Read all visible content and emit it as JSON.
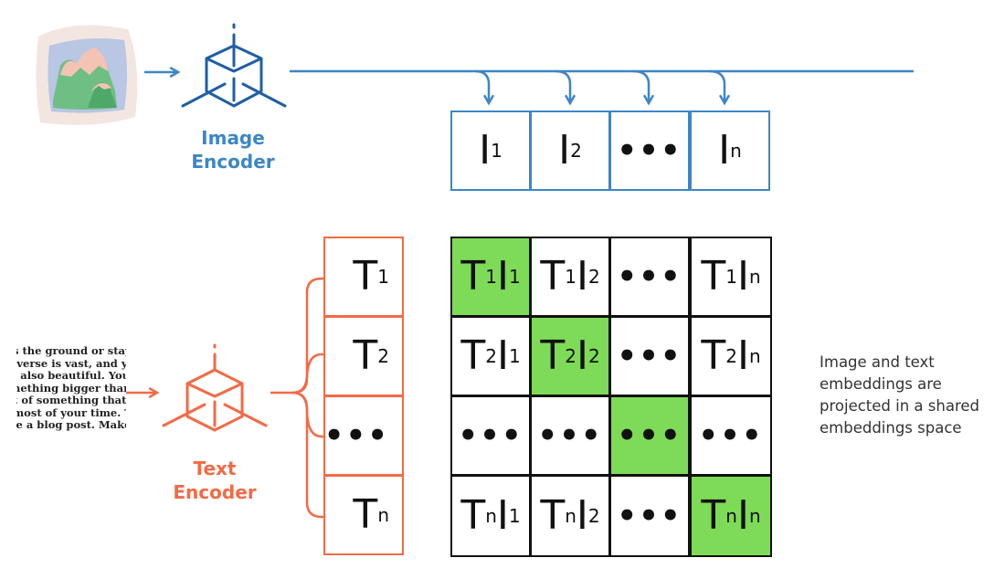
{
  "colors": {
    "image_accent": "#3d86c6",
    "text_accent": "#f36a45",
    "diagonal_fill": "#7edb57",
    "grid_border": "#111111"
  },
  "image_input": {
    "icon": "mountain-picture-icon"
  },
  "image_encoder": {
    "icon": "cube-icon",
    "label_line1": "Image",
    "label_line2": "Encoder"
  },
  "text_input": {
    "lines": [
      "s the ground or stays",
      "iverse is vast, and you",
      ": also beautiful. You a",
      "nething bigger than yo",
      "t of something that ma",
      " most of your time. Tal",
      "'e a blog post. Make a"
    ]
  },
  "text_encoder": {
    "icon": "cube-icon",
    "label_line1": "Text",
    "label_line2": "Encoder"
  },
  "image_embeddings": [
    {
      "base": "I",
      "sub": "1"
    },
    {
      "base": "I",
      "sub": "2"
    },
    {
      "base": "•••",
      "sub": ""
    },
    {
      "base": "I",
      "sub": "n"
    }
  ],
  "text_embeddings": [
    {
      "base": "T",
      "sub": "1"
    },
    {
      "base": "T",
      "sub": "2"
    },
    {
      "base": "•••",
      "sub": ""
    },
    {
      "base": "T",
      "sub": "n"
    }
  ],
  "similarity_matrix": {
    "rows": [
      [
        {
          "t": "1",
          "i": "1",
          "diag": true
        },
        {
          "t": "1",
          "i": "2"
        },
        {
          "dots": true
        },
        {
          "t": "1",
          "i": "n"
        }
      ],
      [
        {
          "t": "2",
          "i": "1"
        },
        {
          "t": "2",
          "i": "2",
          "diag": true
        },
        {
          "dots": true
        },
        {
          "t": "2",
          "i": "n"
        }
      ],
      [
        {
          "dots": true
        },
        {
          "dots": true
        },
        {
          "dots": true,
          "diag": true
        },
        {
          "dots": true
        }
      ],
      [
        {
          "t": "n",
          "i": "1"
        },
        {
          "t": "n",
          "i": "2"
        },
        {
          "dots": true
        },
        {
          "t": "n",
          "i": "n",
          "diag": true
        }
      ]
    ]
  },
  "note": "Image and text embeddings are projected in a shared embeddings space"
}
